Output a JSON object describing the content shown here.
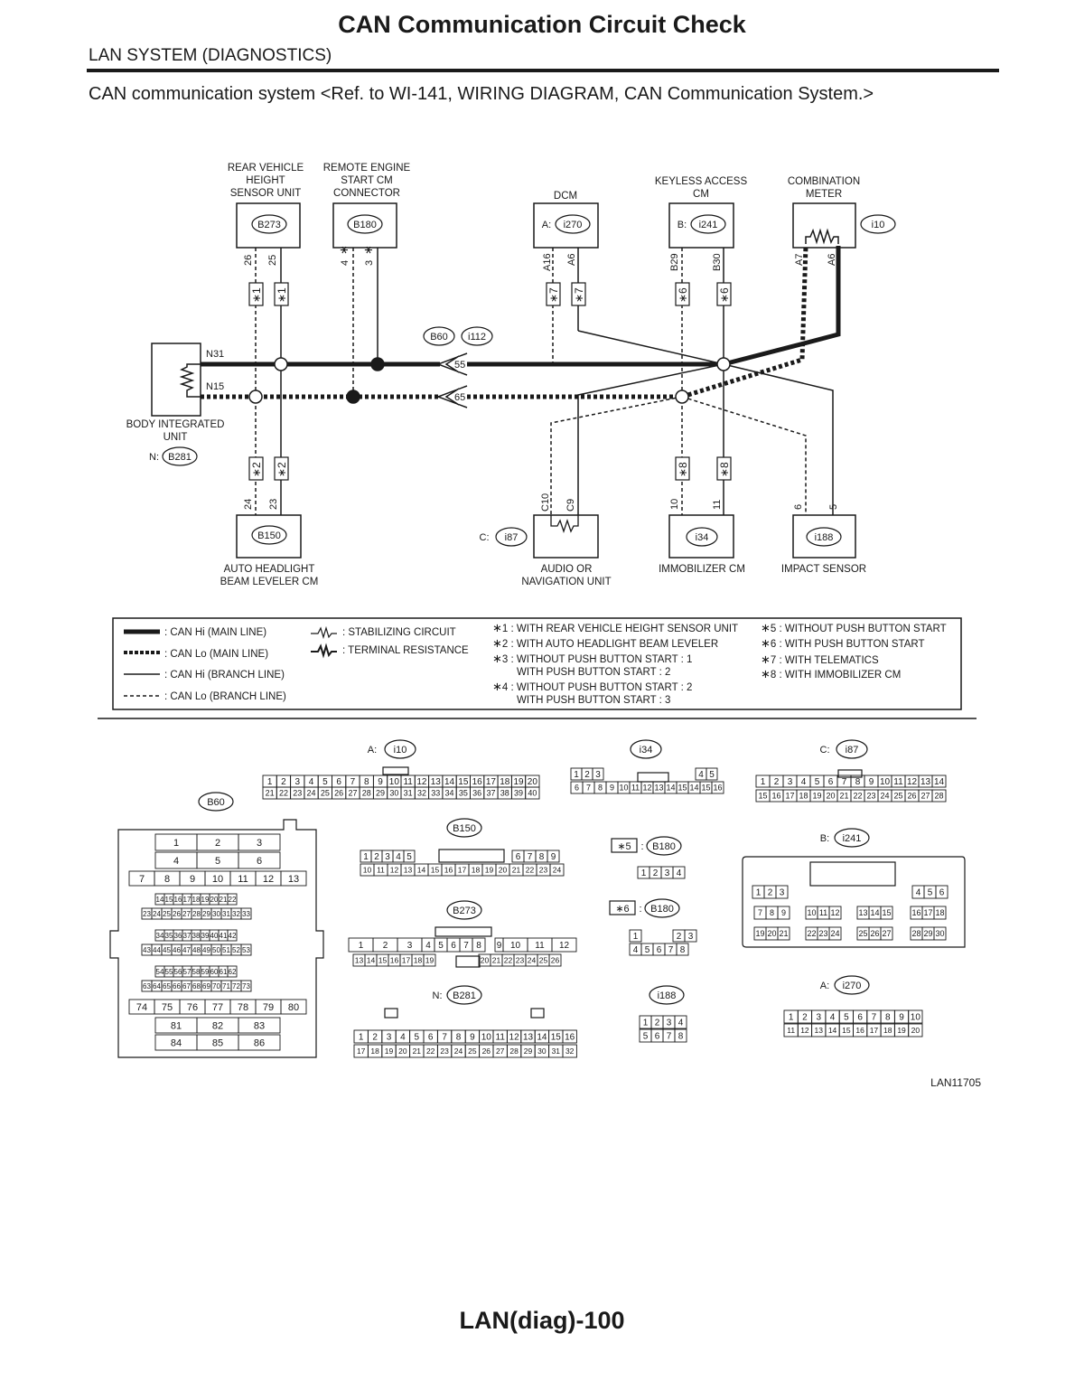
{
  "header": {
    "title": "CAN Communication Circuit Check",
    "section": "LAN SYSTEM (DIAGNOSTICS)"
  },
  "reference": "CAN communication system <Ref. to WI-141, WIRING DIAGRAM, CAN Communication System.>",
  "units": {
    "rear_height": {
      "lines": [
        "REAR VEHICLE",
        "HEIGHT",
        "SENSOR UNIT"
      ],
      "connector": "B273",
      "pins": [
        "26",
        "25"
      ],
      "marks": [
        "1",
        "1"
      ]
    },
    "remote_start": {
      "lines": [
        "REMOTE ENGINE",
        "START CM",
        "CONNECTOR"
      ],
      "connector": "B180",
      "pins": [
        "4",
        "3"
      ]
    },
    "dcm": {
      "lines": [
        "DCM"
      ],
      "prefix": "A:",
      "connector": "i270",
      "pins": [
        "A16",
        "A6"
      ],
      "marks": [
        "7",
        "7"
      ]
    },
    "keyless": {
      "lines": [
        "KEYLESS ACCESS",
        "CM"
      ],
      "prefix": "B:",
      "connector": "i241",
      "pins": [
        "B29",
        "B30"
      ],
      "marks": [
        "6",
        "6"
      ]
    },
    "meter": {
      "lines": [
        "COMBINATION",
        "METER"
      ],
      "connector": "i10",
      "pins": [
        "A7",
        "A6"
      ]
    },
    "body": {
      "lines": [
        "BODY INTEGRATED",
        "UNIT"
      ],
      "prefix": "N:",
      "connector": "B281",
      "lines_hi": "N31",
      "lines_lo": "N15"
    },
    "headlight": {
      "lines": [
        "AUTO HEADLIGHT",
        "BEAM LEVELER CM"
      ],
      "connector": "B150",
      "pins": [
        "24",
        "23"
      ],
      "marks": [
        "2",
        "2"
      ]
    },
    "audio": {
      "lines": [
        "AUDIO OR",
        "NAVIGATION UNIT"
      ],
      "prefix": "C:",
      "connector": "i87",
      "pins": [
        "C10",
        "C9"
      ]
    },
    "immobilizer": {
      "lines": [
        "IMMOBILIZER CM"
      ],
      "connector": "i34",
      "pins": [
        "10",
        "11"
      ],
      "marks": [
        "8",
        "8"
      ]
    },
    "impact": {
      "lines": [
        "IMPACT SENSOR"
      ],
      "connector": "i188",
      "pins": [
        "6",
        "5"
      ]
    }
  },
  "joint": {
    "left": "B60",
    "right": "i112",
    "pin_hi": "55",
    "pin_lo": "65"
  },
  "legend": {
    "lines": [
      ": CAN Hi (MAIN LINE)",
      ": CAN Lo (MAIN LINE)",
      ": CAN Hi (BRANCH LINE)",
      ": CAN Lo (BRANCH LINE)"
    ],
    "symbols": [
      ": STABILIZING CIRCUIT",
      ": TERMINAL RESISTANCE"
    ],
    "notes_left": [
      {
        "num": "1",
        "text": ": WITH REAR VEHICLE HEIGHT SENSOR UNIT"
      },
      {
        "num": "2",
        "text": ": WITH AUTO HEADLIGHT BEAM LEVELER"
      },
      {
        "num": "3",
        "text": ": WITHOUT PUSH BUTTON START  : 1",
        "cont": "WITH PUSH BUTTON START  : 2"
      },
      {
        "num": "4",
        "text": ": WITHOUT PUSH BUTTON START  : 2",
        "cont": "WITH PUSH BUTTON START  : 3"
      }
    ],
    "notes_right": [
      {
        "num": "5",
        "text": ": WITHOUT PUSH BUTTON START"
      },
      {
        "num": "6",
        "text": ": WITH PUSH BUTTON START"
      },
      {
        "num": "7",
        "text": ": WITH TELEMATICS"
      },
      {
        "num": "8",
        "text": ": WITH IMMOBILIZER CM"
      }
    ]
  },
  "connectors": {
    "i10": {
      "prefix": "A:",
      "name": "i10"
    },
    "i34": {
      "name": "i34"
    },
    "i87": {
      "prefix": "C:",
      "name": "i87"
    },
    "B60": {
      "name": "B60"
    },
    "B150": {
      "name": "B150"
    },
    "B180_5": {
      "mark": "5",
      "name": "B180"
    },
    "B180_6": {
      "mark": "6",
      "name": "B180"
    },
    "i241": {
      "prefix": "B:",
      "name": "i241"
    },
    "B273": {
      "name": "B273"
    },
    "B281": {
      "prefix": "N:",
      "name": "B281"
    },
    "i188": {
      "name": "i188"
    },
    "i270": {
      "prefix": "A:",
      "name": "i270"
    }
  },
  "figure_id": "LAN11705",
  "footer": {
    "page": "LAN(diag)-100"
  }
}
